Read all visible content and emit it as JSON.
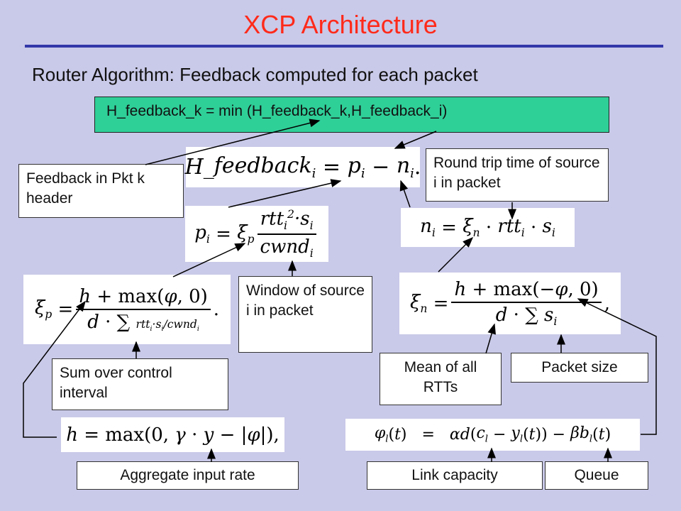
{
  "title": "XCP Architecture",
  "subtitle": "Router Algorithm:  Feedback computed for each packet",
  "top_formula": "H_feedback_k = min (H_feedback_k,H_feedback_i)",
  "labels": {
    "feedback_in_pkt": "Feedback in Pkt k header",
    "round_trip_time": "Round trip time of source i in packet",
    "window_of_source": "Window of source i in packet",
    "sum_over_interval": "Sum over control interval",
    "mean_of_rtts": "Mean of all RTTs",
    "packet_size": "Packet size",
    "aggregate_input_rate": "Aggregate input rate",
    "link_capacity": "Link capacity",
    "queue": "Queue"
  },
  "colors": {
    "background": "#c9c9e9",
    "title": "#ff2a1a",
    "rule": "#3338a8",
    "top_formula_bg": "#2fcf98"
  }
}
